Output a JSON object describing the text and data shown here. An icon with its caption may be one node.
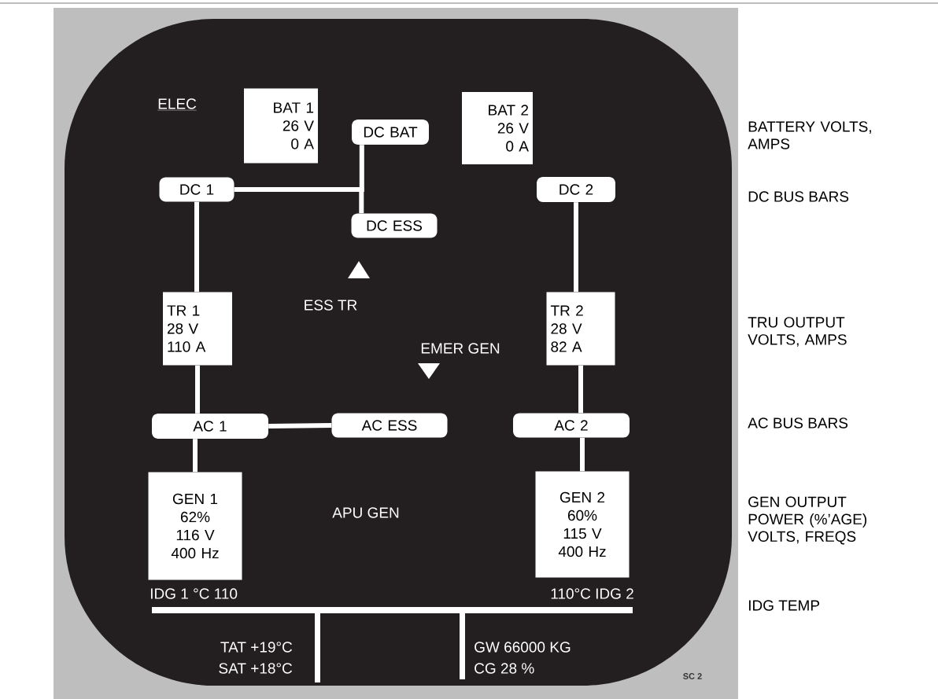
{
  "diagram": {
    "title": "ELEC",
    "nodes": [
      {
        "text": [
          "BAT 1",
          "26 V",
          "0 A"
        ]
      },
      {
        "text": [
          "BAT 2",
          "26 V",
          "0 A"
        ]
      },
      {
        "text": [
          "DC BAT"
        ]
      },
      {
        "text": [
          "DC 1"
        ]
      },
      {
        "text": [
          "DC 2"
        ]
      },
      {
        "text": [
          "DC ESS"
        ]
      },
      {
        "text": [
          "TR 1",
          "28 V",
          "110 A"
        ]
      },
      {
        "text": [
          "TR 2",
          "28 V",
          "82 A"
        ]
      },
      {
        "text": [
          "AC 1"
        ]
      },
      {
        "text": [
          "AC ESS"
        ]
      },
      {
        "text": [
          "AC 2"
        ]
      },
      {
        "text": [
          "GEN 1",
          "62%",
          "116 V",
          "400 Hz"
        ]
      },
      {
        "text": [
          "GEN 2",
          "60%",
          "115 V",
          "400 Hz"
        ]
      }
    ],
    "edges": [
      {
        "from": 3,
        "to": 2,
        "arrow": "none"
      },
      {
        "from": 3,
        "to": 5,
        "arrow": "none"
      },
      {
        "from": 3,
        "to": 6,
        "arrow": "none"
      },
      {
        "from": 6,
        "to": 8,
        "arrow": "none"
      },
      {
        "from": 8,
        "to": 11,
        "arrow": "none"
      },
      {
        "from": 8,
        "to": 9,
        "arrow": "none"
      },
      {
        "from": 4,
        "to": 7,
        "arrow": "none"
      },
      {
        "from": 7,
        "to": 10,
        "arrow": "none"
      },
      {
        "from": 10,
        "to": 12,
        "arrow": "none"
      }
    ],
    "labels": [
      "BATTERY VOLTS, AMPS",
      "DC BUS BARS",
      "ESS TR",
      "TRU OUTPUT VOLTS, AMPS",
      "EMER GEN",
      "AC BUS BARS",
      "APU GEN",
      "GEN OUTPUT POWER (%’AGE) VOLTS, FREQS",
      "IDG 1 °C 110",
      "110°C IDG 2",
      "IDG TEMP",
      "TAT +19°C",
      "SAT +18°C",
      "GW 66000 KG",
      "CG 28 %",
      "SC 2"
    ]
  }
}
